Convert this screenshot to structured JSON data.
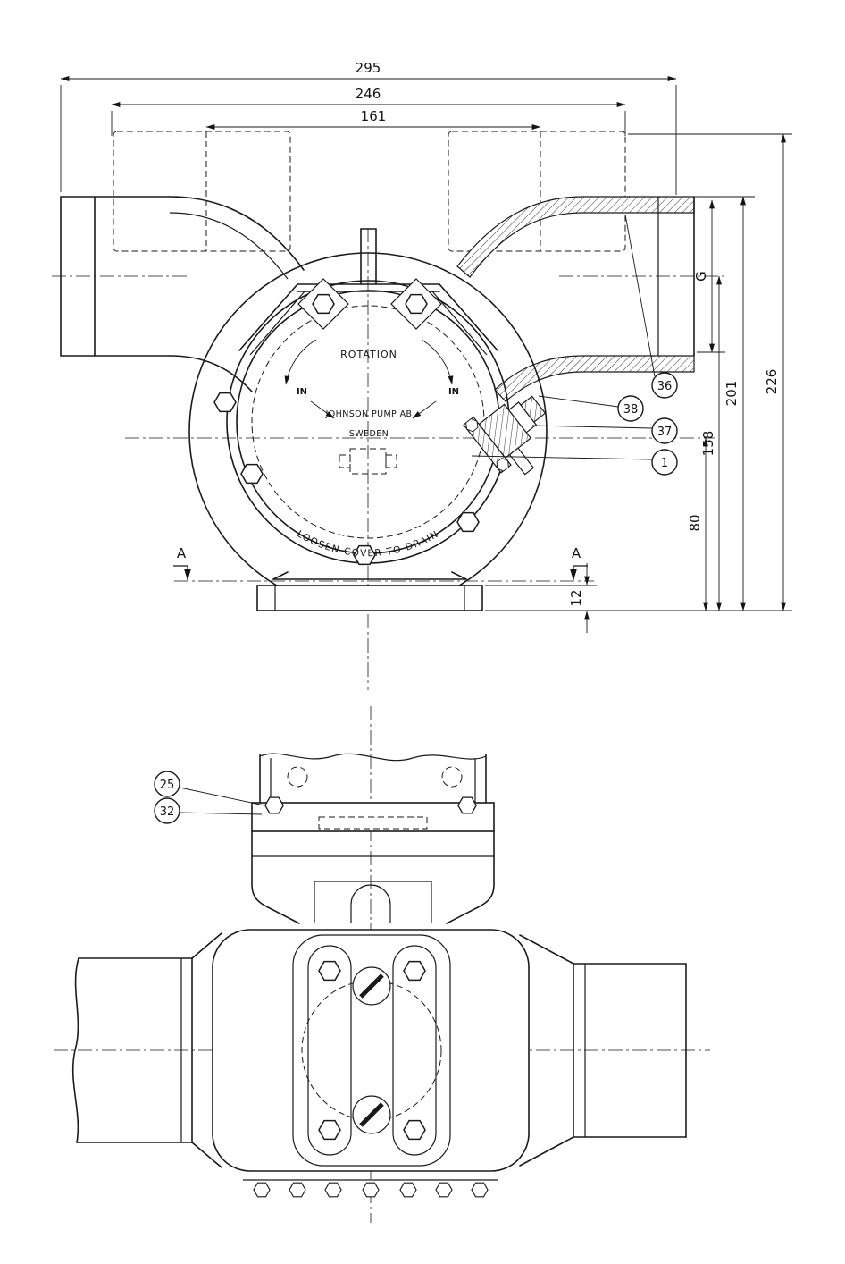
{
  "front_view": {
    "dimensions": {
      "d295": "295",
      "d246": "246",
      "d161": "161",
      "g": "G",
      "d226": "226",
      "d201": "201",
      "d158": "158",
      "d80": "80",
      "d12": "12"
    },
    "labels": {
      "rotation": "ROTATION",
      "in_left": "IN",
      "in_right": "IN",
      "maker": "JOHNSON PUMP AB",
      "country": "SWEDEN",
      "drain_note": "LOOSEN COVER TO DRAIN",
      "section_a_left": "A",
      "section_a_right": "A"
    },
    "callouts": {
      "c36": "36",
      "c38": "38",
      "c37": "37",
      "c1": "1"
    }
  },
  "top_view": {
    "callouts": {
      "c25": "25",
      "c32": "32"
    }
  }
}
